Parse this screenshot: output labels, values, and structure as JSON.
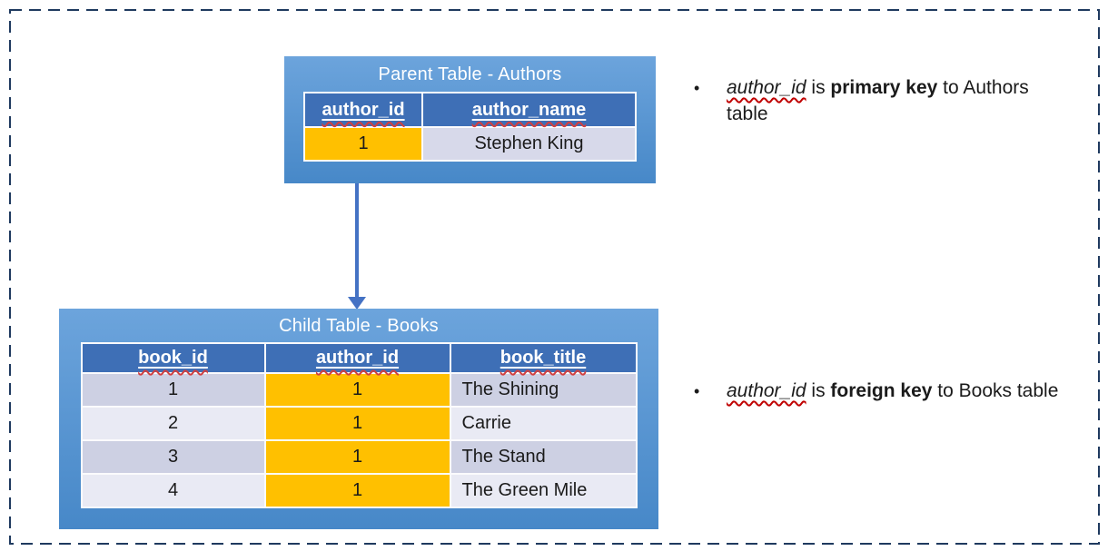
{
  "colors": {
    "box_gradient_top": "#6CA4DC",
    "box_gradient_bottom": "#4788C8",
    "header_blue": "#3E6FB6",
    "key_orange": "#FFC000",
    "row_dark": "#CDD0E3",
    "row_light": "#E9EAF4",
    "parent_row": "#D7D9EA",
    "arrow_blue": "#4472C4",
    "border_navy": "#1F3A5F"
  },
  "parent_table": {
    "title": "Parent Table - Authors",
    "columns": [
      "author_id",
      "author_name"
    ],
    "rows": [
      [
        "1",
        "Stephen King"
      ]
    ]
  },
  "child_table": {
    "title": "Child Table - Books",
    "columns": [
      "book_id",
      "author_id",
      "book_title"
    ],
    "rows": [
      [
        "1",
        "1",
        "The Shining"
      ],
      [
        "2",
        "1",
        "Carrie"
      ],
      [
        "3",
        "1",
        "The Stand"
      ],
      [
        "4",
        "1",
        "The Green Mile"
      ]
    ]
  },
  "notes": [
    {
      "bullet": "•",
      "term": "author_id",
      "mid": " is ",
      "bold": "primary key",
      "rest": " to Authors table"
    },
    {
      "bullet": "•",
      "term": "author_id",
      "mid": " is ",
      "bold": "foreign key",
      "rest": " to Books table"
    }
  ]
}
